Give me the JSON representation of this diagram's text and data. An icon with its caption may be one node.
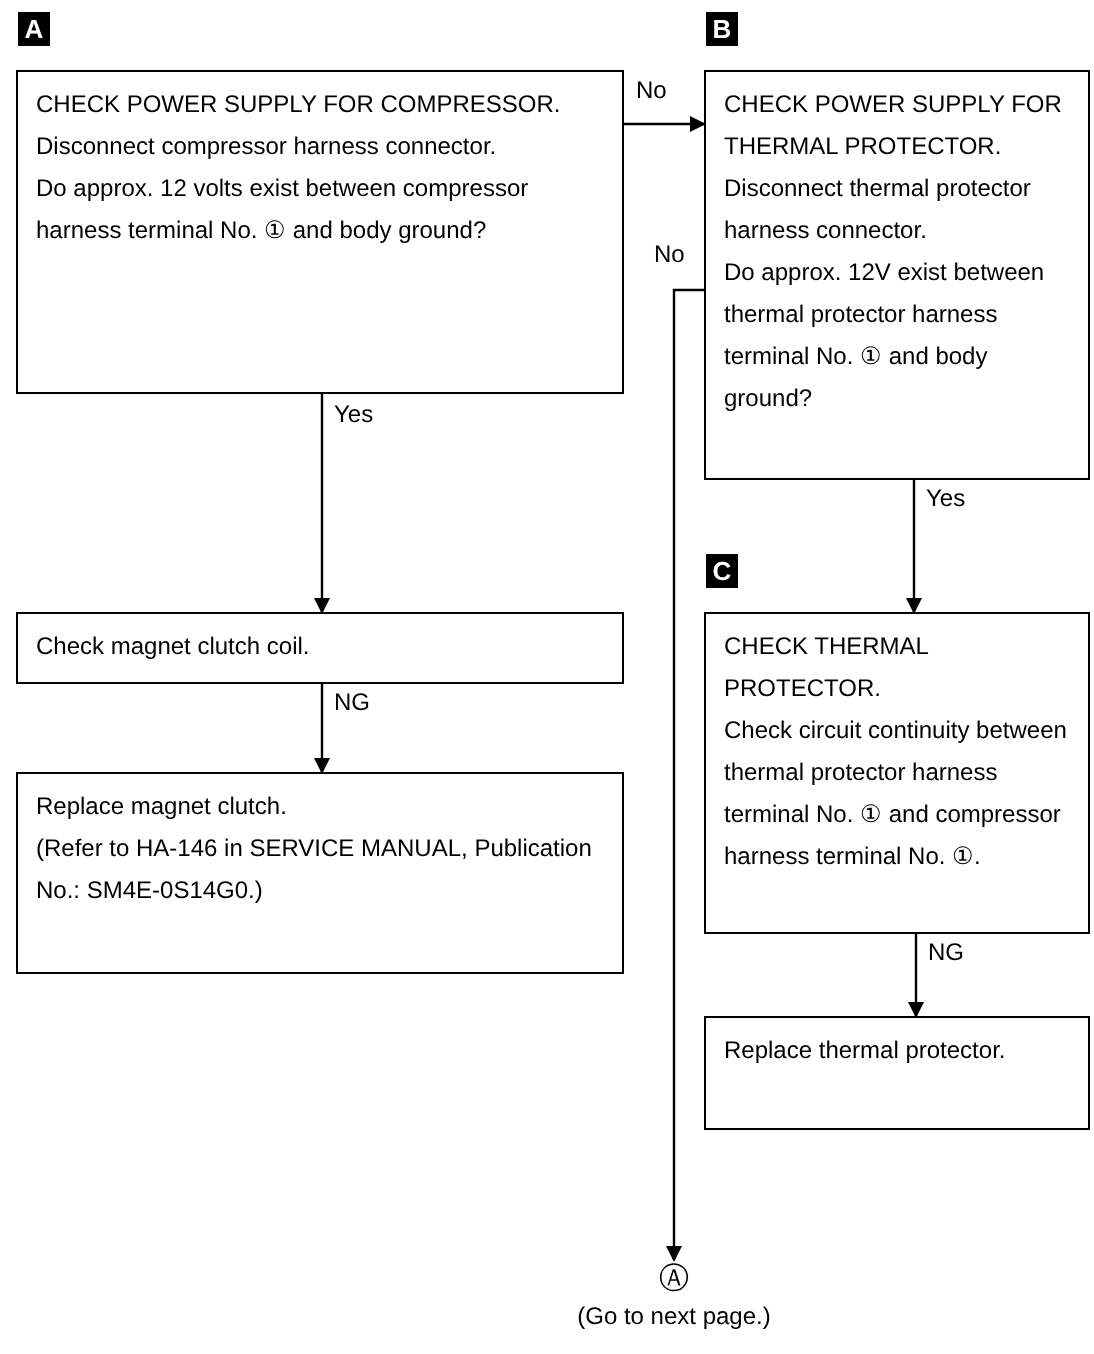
{
  "diagram": {
    "nodes": [
      {
        "text": [
          "CHECK POWER SUPPLY FOR COMPRESSOR.",
          "Disconnect compressor harness connector.",
          "Do approx. 12 volts exist between compressor harness terminal No. ① and body ground?"
        ],
        "beside": [
          "A"
        ]
      },
      {
        "text": [
          "CHECK POWER SUPPLY FOR THERMAL PROTECTOR.",
          "Disconnect thermal protector harness connector.",
          "Do approx. 12V exist between thermal protector harness terminal No. ① and body ground?"
        ],
        "beside": [
          "B"
        ]
      },
      {
        "text": [
          "Check magnet clutch coil."
        ]
      },
      {
        "text": [
          "Replace magnet clutch.",
          "(Refer to HA-146 in SERVICE MANUAL, Publication No.: SM4E-0S14G0.)"
        ]
      },
      {
        "text": [
          "CHECK THERMAL PROTECTOR.",
          "Check circuit continuity between thermal protector harness terminal No. ① and compressor harness terminal No. ①."
        ],
        "beside": [
          "C"
        ]
      },
      {
        "text": [
          "Replace thermal protector."
        ]
      },
      {
        "text": [
          "Ⓐ"
        ],
        "beside": [
          "(Go to next page.)"
        ]
      }
    ],
    "edges": [
      {
        "from": 0,
        "to": 1,
        "arrow": "to",
        "label": "No"
      },
      {
        "from": 0,
        "to": 2,
        "arrow": "to",
        "label": "Yes"
      },
      {
        "from": 2,
        "to": 3,
        "arrow": "to",
        "label": "NG"
      },
      {
        "from": 1,
        "to": 4,
        "arrow": "to",
        "label": "Yes"
      },
      {
        "from": 1,
        "to": 6,
        "arrow": "to",
        "label": "No"
      },
      {
        "from": 4,
        "to": 5,
        "arrow": "to",
        "label": "NG"
      }
    ]
  }
}
